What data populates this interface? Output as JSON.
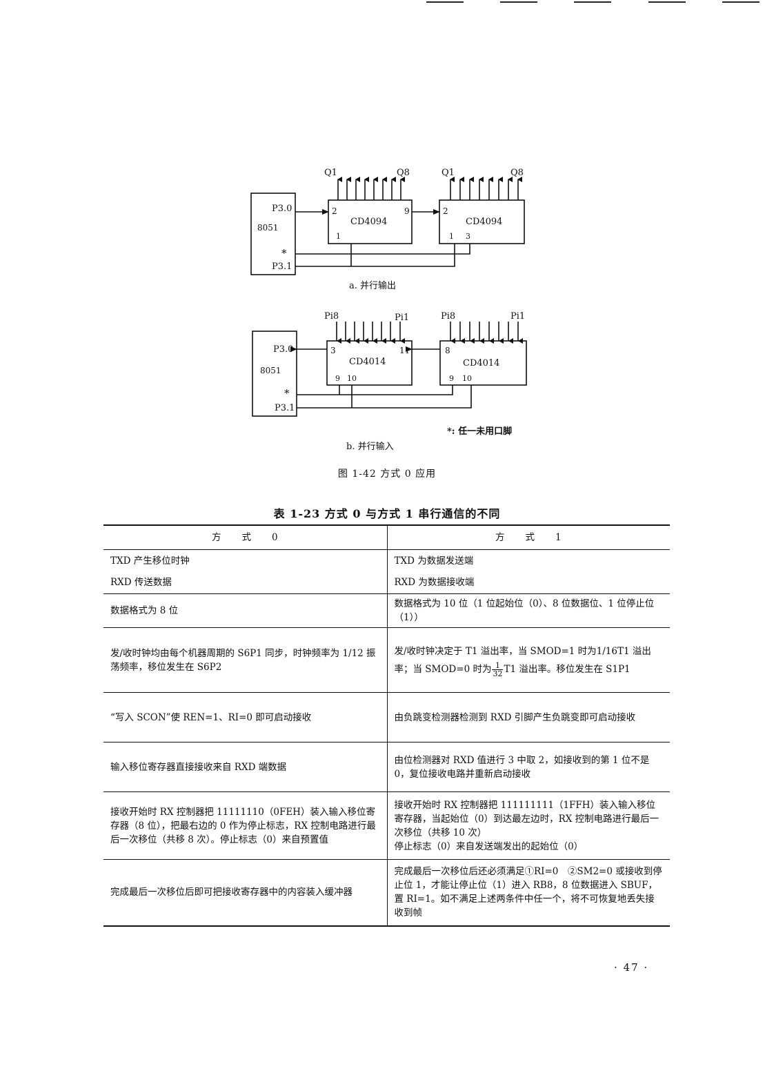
{
  "figure": {
    "a": {
      "mcu_label": "8051",
      "p30": "P3.0",
      "p31": "P3.1",
      "star": "*",
      "chip1": {
        "name": "CD4094",
        "pin_in": "2",
        "pin_out": "9",
        "pin_clk": "1",
        "q_left": "Q1",
        "q_right": "Q8"
      },
      "chip2": {
        "name": "CD4094",
        "pin_in": "2",
        "pin_clk": "1",
        "pin_3": "3",
        "q_left": "Q1",
        "q_right": "Q8"
      },
      "caption": "a. 并行输出"
    },
    "b": {
      "mcu_label": "8051",
      "p30": "P3.0",
      "p31": "P3.1",
      "star": "*",
      "chip1": {
        "name": "CD4014",
        "pin_in": "3",
        "pin_out": "11",
        "pin_9": "9",
        "pin_10": "10",
        "p_left": "Pi8",
        "p_right": "Pi1"
      },
      "chip2": {
        "name": "CD4014",
        "pin_in": "8",
        "pin_9": "9",
        "pin_10": "10",
        "p_left": "Pi8",
        "p_right": "Pi1"
      },
      "caption": "b. 并行输入",
      "note": "*: 任一未用口脚"
    },
    "caption": "图 1-42   方式 0 应用"
  },
  "table": {
    "title": "表 1-23   方式 0 与方式 1 串行通信的不同",
    "headers": [
      "方　　式　　0",
      "方　　式　　1"
    ],
    "rows": [
      {
        "left": "TXD 产生移位时钟",
        "right": "TXD 为数据发送端"
      },
      {
        "left": "RXD 传送数据",
        "right": "RXD 为数据接收端"
      },
      {
        "left": "数据格式为 8 位",
        "right": "数据格式为 10 位（1 位起始位（0）、8 位数据位、1 位停止位（1））"
      },
      {
        "left": "发/收时钟均由每个机器周期的 S6P1 同步，时钟频率为 1/12 振荡频率，移位发生在 S6P2",
        "right_a": "发/收时钟决定于 T1 溢出率，当 SMOD=1 时为1/16T1 溢出率；当 SMOD=0 时为",
        "right_num": "1",
        "right_den": "32",
        "right_b": "T1 溢出率。移位发生在 S1P1"
      },
      {
        "left": "“写入 SCON”使 REN=1、RI=0 即可启动接收",
        "right": "由负跳变检测器检测到 RXD 引脚产生负跳变即可启动接收"
      },
      {
        "left": "输入移位寄存器直接接收来自 RXD 端数据",
        "right": "由位检测器对 RXD 值进行 3 中取 2，如接收到的第 1 位不是 0，复位接收电路并重新启动接收"
      },
      {
        "left": "接收开始时 RX 控制器把 11111110（0FEH）装入输入移位寄存器（8 位），把最右边的 0 作为停止标志，RX 控制电路进行最后一次移位（共移 8 次）。停止标志（0）来自预置值",
        "right": "接收开始时 RX 控制器把 111111111（1FFH）装入输入移位寄存器，当起始位（0）到达最左边时，RX 控制电路进行最后一次移位（共移 10 次）",
        "right2": "停止标志（0）来自发送端发出的起始位（0）"
      },
      {
        "left": "完成最后一次移位后即可把接收寄存器中的内容装入缓冲器",
        "right": "完成最后一次移位后还必须满足①RI=0　②SM2=0 或接收到停止位 1，才能让停止位（1）进入 RB8，8 位数据进入 SBUF，置 RI=1。如不满足上述两条件中任一个，将不可恢复地丢失接收到帧"
      }
    ]
  },
  "page_number": "· 47 ·"
}
